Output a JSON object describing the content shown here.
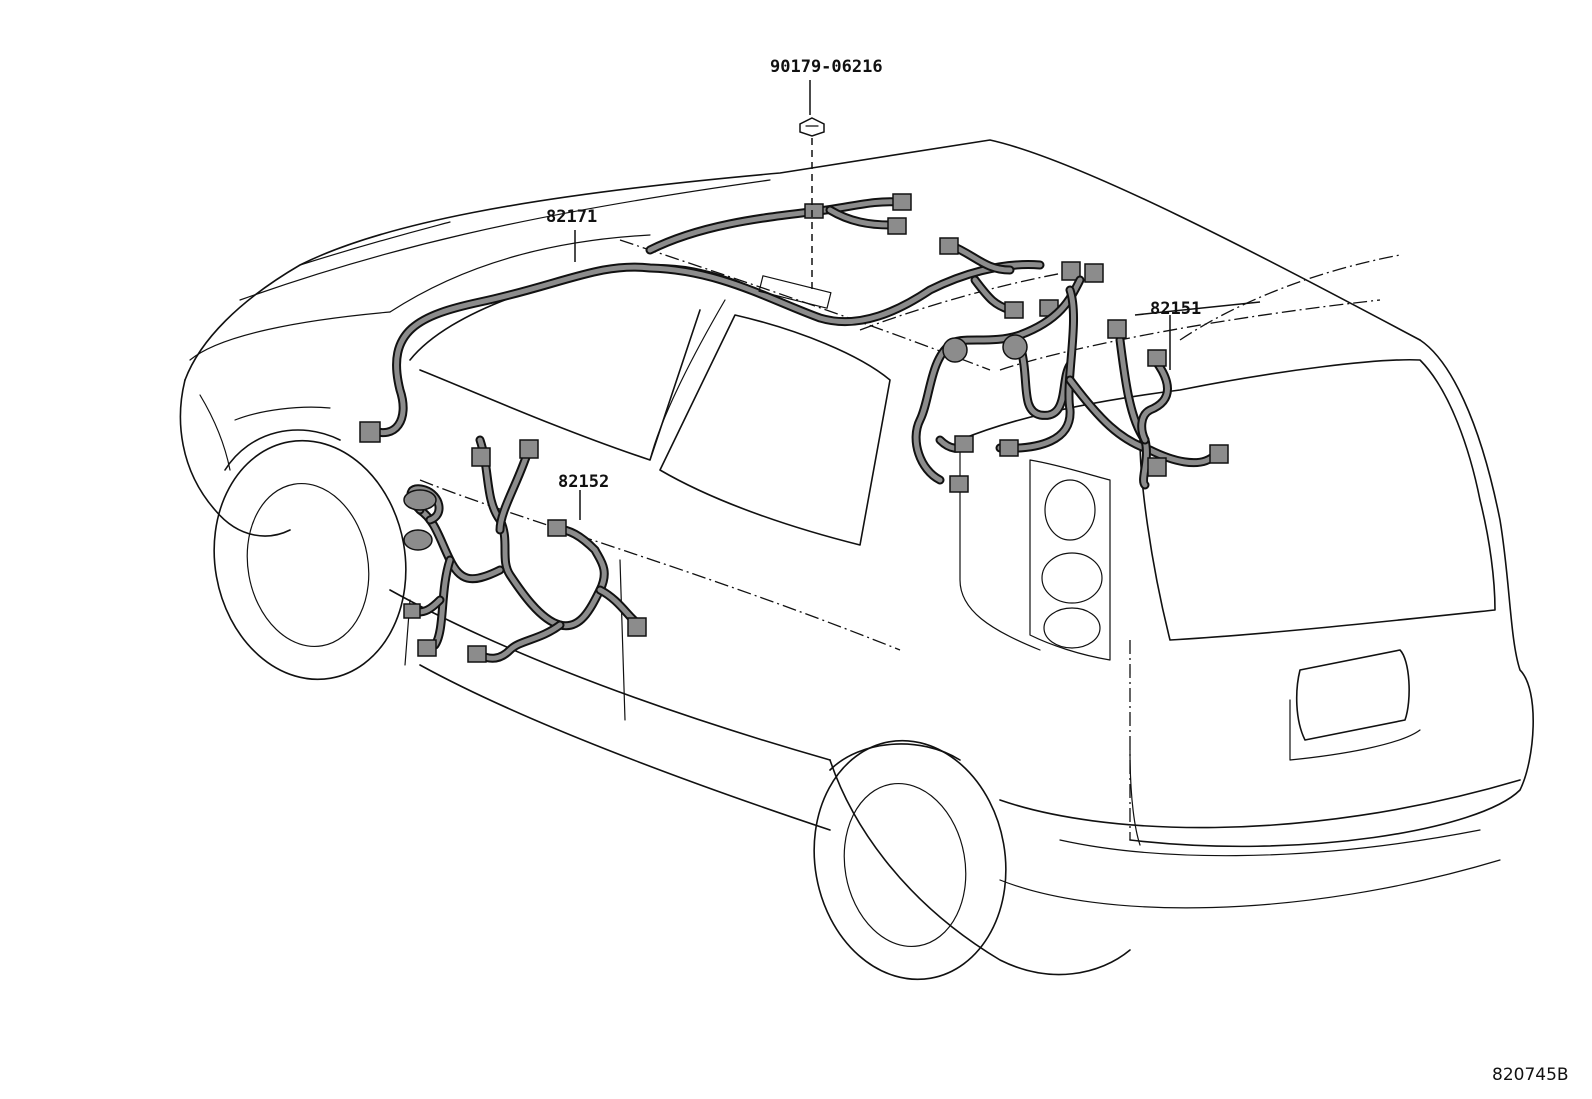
{
  "callouts": {
    "bolt_part": "90179-06216",
    "roof_harness": "82171",
    "rear_harness": "82151",
    "side_harness": "82152"
  },
  "diagram_code": "820745B",
  "icons": [
    "clip-nut-icon",
    "wire-connector-icon"
  ]
}
